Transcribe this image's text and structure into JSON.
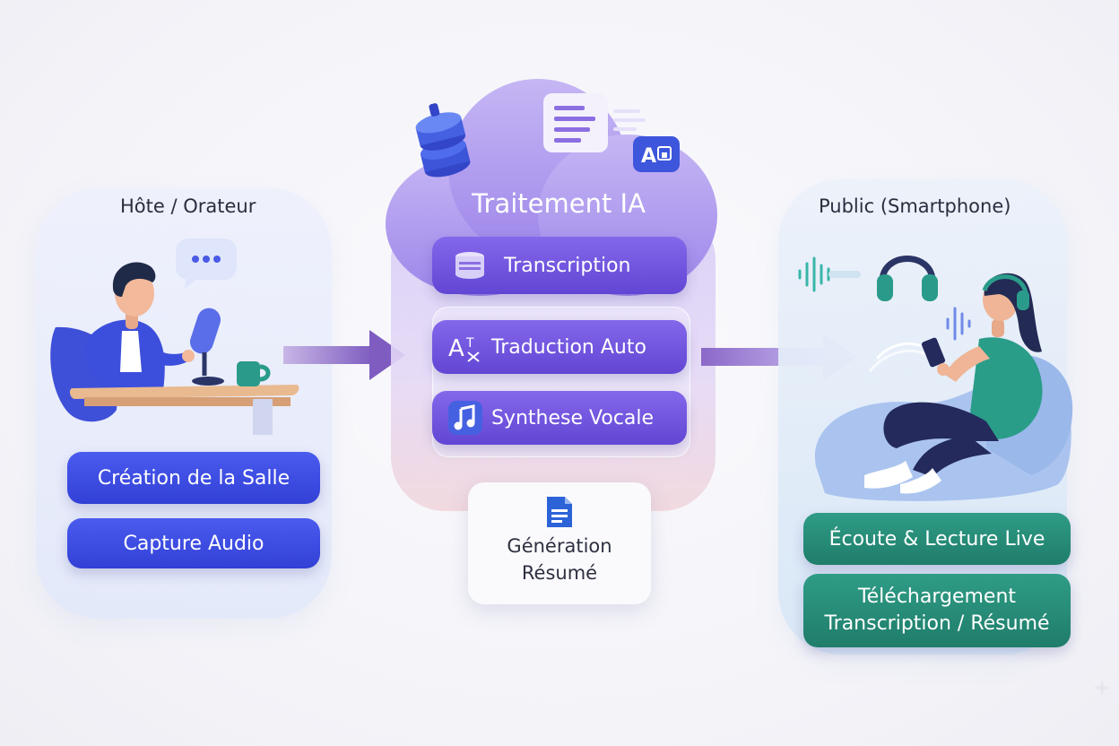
{
  "host": {
    "title": "Hôte / Orateur",
    "buttons": [
      "Création de la Salle",
      "Capture Audio"
    ]
  },
  "ai": {
    "title": "Traitement IA",
    "steps": [
      "Transcription",
      "Traduction Auto",
      "Synthese Vocale"
    ],
    "summary": {
      "line1": "Génération",
      "line2": "Résumé"
    }
  },
  "audience": {
    "title": "Public (Smartphone)",
    "buttons": {
      "listen": "Écoute & Lecture Live",
      "download_line1": "Téléchargement",
      "download_line2": "Transcription / Résumé"
    }
  },
  "colors": {
    "host_button": "#3a48e0",
    "ai_step": "#6e50de",
    "audience_button": "#268a75",
    "arrow": "#7e5cc0"
  },
  "icons": {
    "speech": "speech-bubble-icon",
    "database": "database-icon",
    "document": "document-icon",
    "translate": "translate-icon",
    "music": "music-note-icon",
    "summary": "summary-document-icon",
    "headphones": "headphones-icon",
    "wave": "sound-wave-icon"
  }
}
